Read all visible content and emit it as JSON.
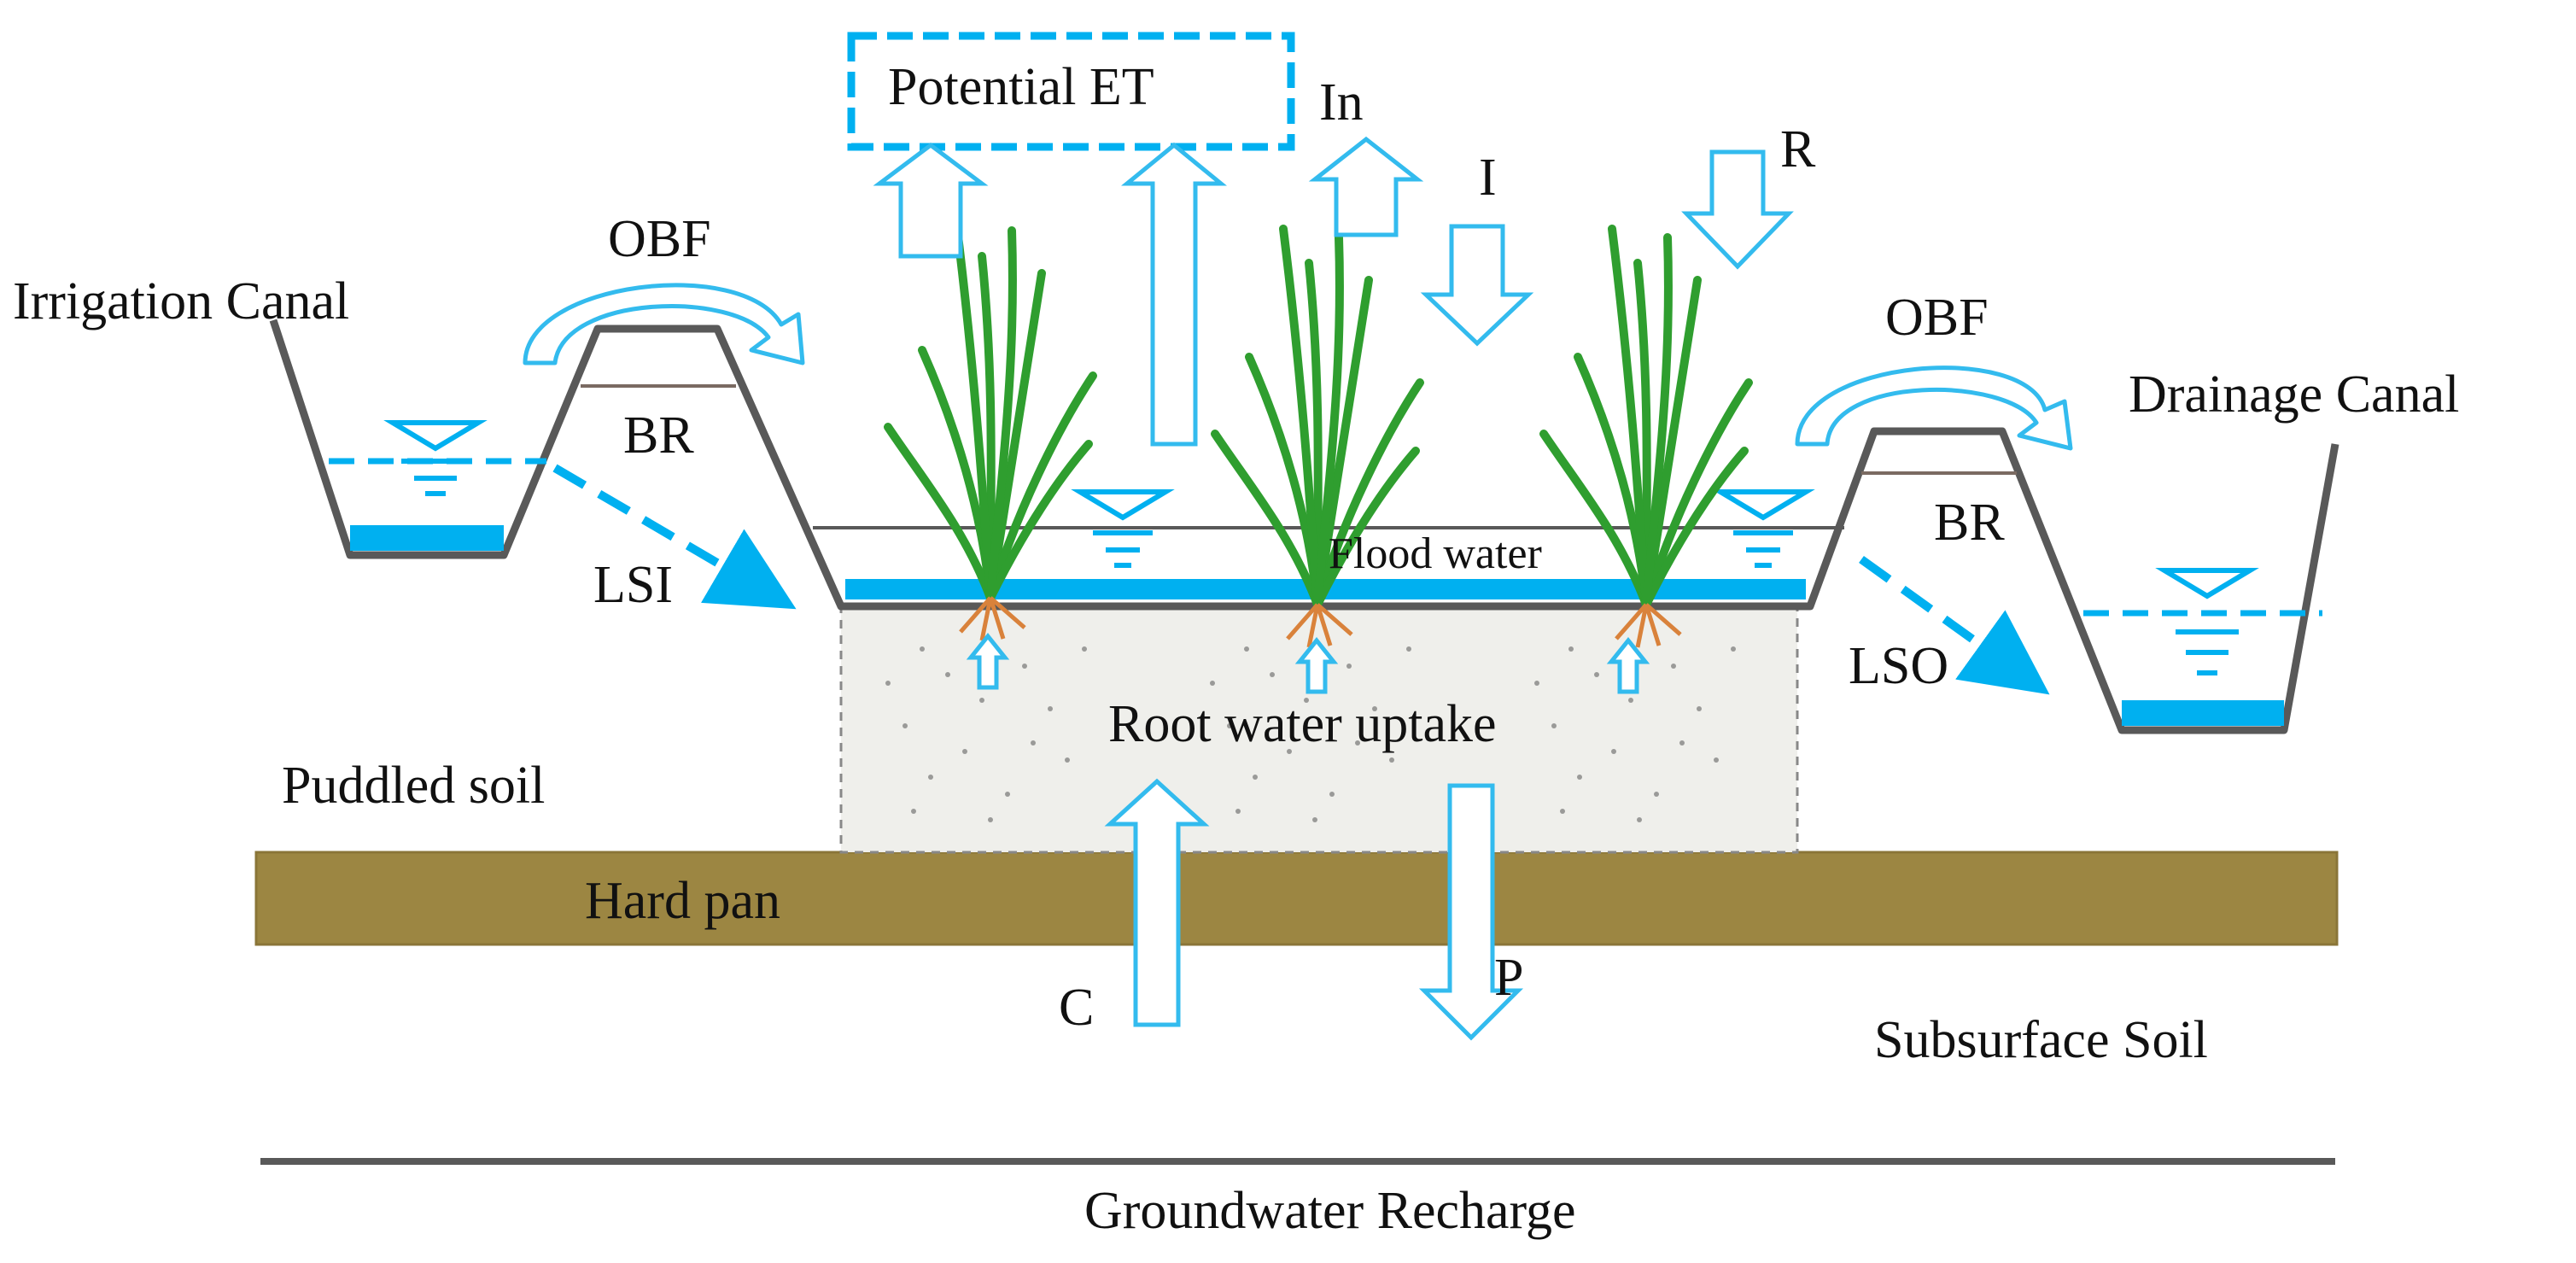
{
  "labels": {
    "potential_et": "Potential ET",
    "interception": "In",
    "irrigation": "I",
    "rainfall": "R",
    "obf_left": "OBF",
    "obf_right": "OBF",
    "irrigation_canal": "Irrigation Canal",
    "drainage_canal": "Drainage Canal",
    "br_left": "BR",
    "br_right": "BR",
    "lsi": "LSI",
    "lso": "LSO",
    "flood_water": "Flood water",
    "root_water_uptake": "Root water uptake",
    "puddled_soil": "Puddled soil",
    "hard_pan": "Hard pan",
    "capillary_rise": "C",
    "percolation": "P",
    "subsurface_soil": "Subsurface Soil",
    "groundwater_recharge": "Groundwater Recharge"
  },
  "colors": {
    "water": "#00b0f0",
    "arrow_stroke": "#33bbee",
    "bund": "#595959",
    "hard_pan": "#9c8642",
    "puddled_box": "#efefeb",
    "plant": "#2f9e2f",
    "root": "#d9823b"
  },
  "icons": [
    "water-level-symbol",
    "rice-plant-icon",
    "root-icon"
  ]
}
